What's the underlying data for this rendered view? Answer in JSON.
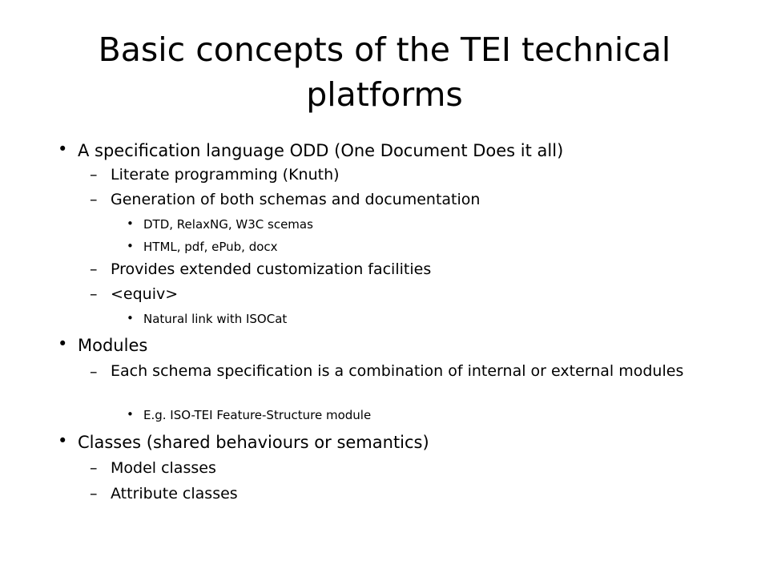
{
  "slide": {
    "title": "Basic concepts of the TEI technical platforms",
    "bullets": {
      "level1": "•",
      "level2": "–",
      "level3": "•"
    },
    "items": [
      {
        "level": 1,
        "text": "A specification language ODD (One Document Does it all)"
      },
      {
        "level": 2,
        "text": "Literate programming (Knuth)"
      },
      {
        "level": 2,
        "text": "Generation of both schemas and documentation"
      },
      {
        "level": 3,
        "text": "DTD, RelaxNG, W3C scemas"
      },
      {
        "level": 3,
        "text": "HTML, pdf, ePub, docx"
      },
      {
        "level": 2,
        "text": "Provides extended customization facilities"
      },
      {
        "level": 2,
        "text": "<equiv>"
      },
      {
        "level": 3,
        "text": "Natural link with ISOCat"
      },
      {
        "level": 1,
        "text": "Modules"
      },
      {
        "level": 2,
        "text": "Each schema specification is a combination of internal or external modules"
      },
      {
        "level": 3,
        "text": "E.g. ISO-TEI Feature-Structure module"
      },
      {
        "level": 1,
        "text": "Classes (shared behaviours or semantics)"
      },
      {
        "level": 2,
        "text": "Model classes"
      },
      {
        "level": 2,
        "text": "Attribute classes"
      }
    ]
  }
}
